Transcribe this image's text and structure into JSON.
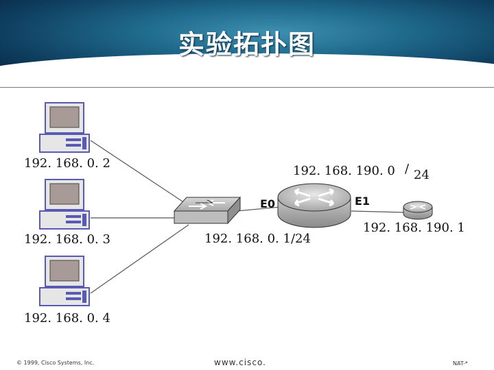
{
  "title": "实验拓扑图",
  "hosts": [
    {
      "ip": "192. 168. 0. 2"
    },
    {
      "ip": "192. 168. 0. 3"
    },
    {
      "ip": "192. 168. 0. 4"
    }
  ],
  "switch": {
    "ip": "192. 168. 0. 1/24"
  },
  "router": {
    "port_left": "E0",
    "port_right": "E1",
    "network_ip": "192. 168. 190. 0",
    "network_slash": "/",
    "network_mask": "24"
  },
  "remote": {
    "ip": "192. 168. 190. 1"
  },
  "footer": {
    "copyright": "© 1999, Cisco Systems, Inc.",
    "url": "www.cisco.",
    "page": "NAT-*"
  },
  "colors": {
    "pc_outline": "#5a5ab4",
    "pc_body": "#e6e6e6",
    "pc_screen": "#a89a96",
    "header": "#1f6a8c"
  }
}
